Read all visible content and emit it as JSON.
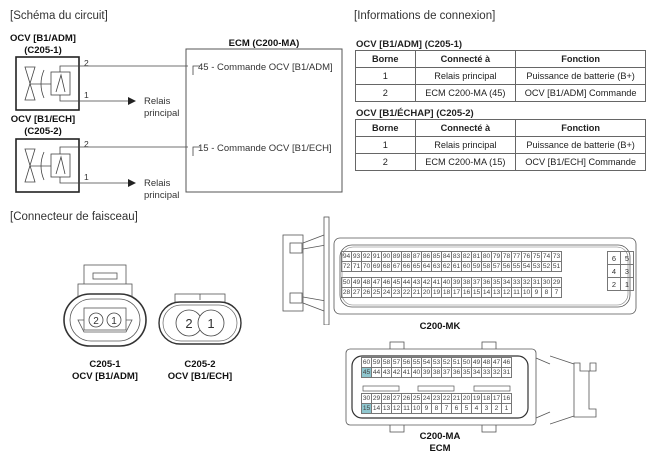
{
  "circuit": {
    "title": "[Schéma du circuit]",
    "components": [
      {
        "name": "OCV [B1/ADM]",
        "connector": "(C205-1)",
        "pin_top": "2",
        "pin_bottom": "1",
        "relay_line1": "Relais",
        "relay_line2": "principal"
      },
      {
        "name": "OCV [B1/ECH]",
        "connector": "(C205-2)",
        "pin_top": "2",
        "pin_bottom": "1",
        "relay_line1": "Relais",
        "relay_line2": "principal"
      }
    ],
    "ecm": {
      "title": "ECM (C200-MA)",
      "pins": [
        "45 - Commande OCV [B1/ADM]",
        "15 - Commande OCV [B1/ECH]"
      ]
    }
  },
  "connection_info": {
    "title": "[Informations de connexion]",
    "tables": [
      {
        "title": "OCV [B1/ADM] (C205-1)",
        "headers": [
          "Borne",
          "Connecté à",
          "Fonction"
        ],
        "rows": [
          [
            "1",
            "Relais principal",
            "Puissance de batterie (B+)"
          ],
          [
            "2",
            "ECM C200-MA (45)",
            "OCV [B1/ADM] Commande"
          ]
        ]
      },
      {
        "title": "OCV [B1/ÉCHAP] (C205-2)",
        "headers": [
          "Borne",
          "Connecté à",
          "Fonction"
        ],
        "rows": [
          [
            "1",
            "Relais principal",
            "Puissance de batterie (B+)"
          ],
          [
            "2",
            "ECM C200-MA (15)",
            "OCV [B1/ECH] Commande"
          ]
        ]
      }
    ]
  },
  "harness": {
    "title": "[Connecteur de faisceau]",
    "c205_1": {
      "pins": [
        "2",
        "1"
      ],
      "caption1": "C205-1",
      "caption2": "OCV [B1/ADM]"
    },
    "c205_2": {
      "pins": [
        "2",
        "1"
      ],
      "caption1": "C205-2",
      "caption2": "OCV [B1/ECH]"
    },
    "c200_mk": {
      "caption": "C200-MK",
      "rows": [
        [
          "94",
          "93",
          "92",
          "91",
          "90",
          "89",
          "88",
          "87",
          "86",
          "85",
          "84",
          "83",
          "82",
          "81",
          "80",
          "79",
          "78",
          "77",
          "76",
          "75",
          "74",
          "73"
        ],
        [
          "72",
          "71",
          "70",
          "69",
          "68",
          "67",
          "66",
          "65",
          "64",
          "63",
          "62",
          "61",
          "60",
          "59",
          "58",
          "57",
          "56",
          "55",
          "54",
          "53",
          "52",
          "51"
        ],
        [
          "50",
          "49",
          "48",
          "47",
          "46",
          "45",
          "44",
          "43",
          "42",
          "41",
          "40",
          "39",
          "38",
          "37",
          "36",
          "35",
          "34",
          "33",
          "32",
          "31",
          "30",
          "29"
        ],
        [
          "28",
          "27",
          "26",
          "25",
          "24",
          "23",
          "22",
          "21",
          "20",
          "19",
          "18",
          "17",
          "16",
          "15",
          "14",
          "13",
          "12",
          "11",
          "10",
          "9",
          "8",
          "7"
        ]
      ],
      "side_block": [
        [
          "6",
          "5"
        ],
        [
          "4",
          "3"
        ],
        [
          "2",
          "1"
        ]
      ]
    },
    "c200_ma": {
      "caption1": "C200-MA",
      "caption2": "ECM",
      "highlight_color": "#8fc7cf",
      "highlighted_pins": [
        "45",
        "15"
      ],
      "rows": [
        [
          "60",
          "59",
          "58",
          "57",
          "56",
          "55",
          "54",
          "53",
          "52",
          "51",
          "50",
          "49",
          "48",
          "47",
          "46"
        ],
        [
          "45",
          "44",
          "43",
          "42",
          "41",
          "40",
          "39",
          "38",
          "37",
          "36",
          "35",
          "34",
          "33",
          "32",
          "31"
        ],
        [
          "30",
          "29",
          "28",
          "27",
          "26",
          "25",
          "24",
          "23",
          "22",
          "21",
          "20",
          "19",
          "18",
          "17",
          "16"
        ],
        [
          "15",
          "14",
          "13",
          "12",
          "11",
          "10",
          "9",
          "8",
          "7",
          "6",
          "5",
          "4",
          "3",
          "2",
          "1"
        ]
      ]
    }
  }
}
